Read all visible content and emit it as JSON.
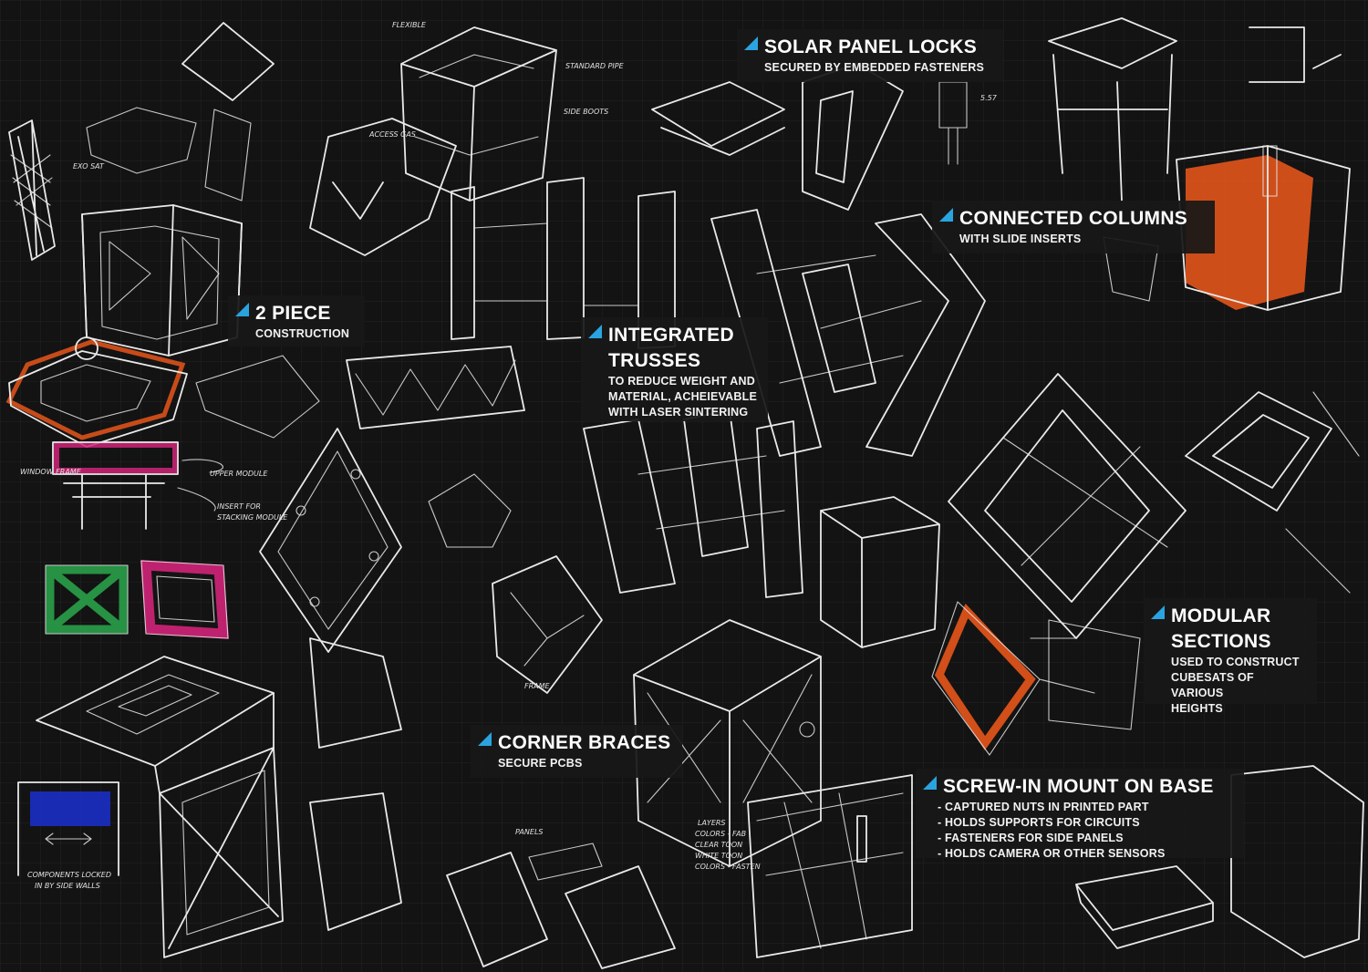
{
  "colors": {
    "background": "#131313",
    "sketch_line": "#e9e9e9",
    "callout_bg": "#181818",
    "accent_triangle": "#2aa4e0",
    "highlight_orange": "#e8561b",
    "highlight_magenta": "#d1257a",
    "highlight_green": "#2aa04a",
    "highlight_blue": "#1b2fc4"
  },
  "callouts": {
    "solar": {
      "title": "SOLAR PANEL LOCKS",
      "lines": [
        "SECURED BY EMBEDDED FASTENERS"
      ]
    },
    "columns": {
      "title": "CONNECTED COLUMNS",
      "lines": [
        "WITH SLIDE INSERTS"
      ]
    },
    "two_piece": {
      "title": "2 PIECE",
      "lines": [
        "CONSTRUCTION"
      ]
    },
    "trusses": {
      "title_lines": [
        "INTEGRATED",
        "TRUSSES"
      ],
      "lines": [
        "TO REDUCE WEIGHT AND",
        "MATERIAL, ACHEIEVABLE",
        "WITH LASER SINTERING"
      ]
    },
    "modular": {
      "title_lines": [
        "MODULAR",
        "SECTIONS"
      ],
      "lines": [
        "USED TO CONSTRUCT",
        "CUBESATS OF VARIOUS",
        "HEIGHTS"
      ]
    },
    "braces": {
      "title": "CORNER BRACES",
      "lines": [
        "SECURE PCBS"
      ]
    },
    "screw": {
      "title": "SCREW-IN MOUNT ON BASE",
      "lines": [
        "- CAPTURED NUTS IN PRINTED PART",
        "- HOLDS SUPPORTS FOR CIRCUITS",
        "- FASTENERS FOR SIDE PANELS",
        "- HOLDS CAMERA OR OTHER SENSORS"
      ]
    }
  },
  "notes": {
    "exo_sat": "EXO SAT",
    "upper_module": "UPPER MODULE",
    "insert_for": "INSERT FOR",
    "stacking_module": "STACKING MODULE",
    "window_frame": "WINDOW FRAME",
    "components_locked": "COMPONENTS LOCKED",
    "by_side_walls": "IN BY SIDE WALLS",
    "frame": "FRAME",
    "panels": "PANELS",
    "layers": "LAYERS",
    "colors_fab": "COLORS - FAB",
    "clear_toon": "CLEAR TOON",
    "white_toon": "WHITE TOON",
    "colors_fasten": "COLORS - FASTEN",
    "access_gas": "ACCESS GAS",
    "side_boots": "SIDE BOOTS",
    "flexible": "FLEXIBLE",
    "standard_pipe": "STANDARD PIPE",
    "dim_ss": "5.57"
  }
}
